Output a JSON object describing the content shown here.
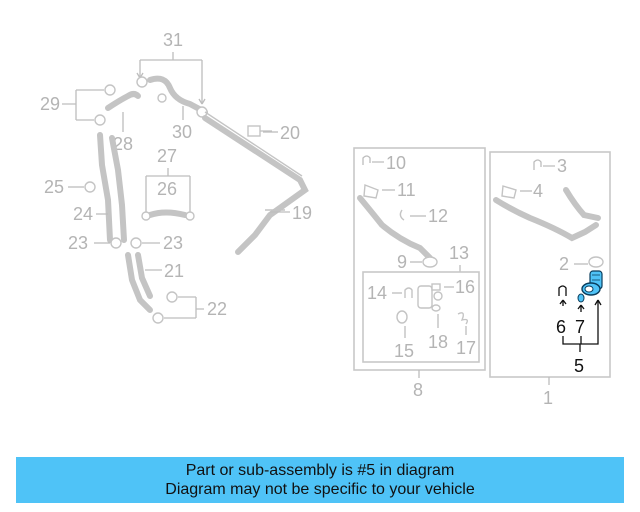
{
  "diagram": {
    "callouts": {
      "c1": "1",
      "c2": "2",
      "c3": "3",
      "c4": "4",
      "c5": "5",
      "c6": "6",
      "c7": "7",
      "c8": "8",
      "c9": "9",
      "c10": "10",
      "c11": "11",
      "c12": "12",
      "c13": "13",
      "c14": "14",
      "c15": "15",
      "c16": "16",
      "c17": "17",
      "c18": "18",
      "c19": "19",
      "c20": "20",
      "c21": "21",
      "c22": "22",
      "c23a": "23",
      "c23b": "23",
      "c24": "24",
      "c25": "25",
      "c26": "26",
      "c27": "27",
      "c28": "28",
      "c29": "29",
      "c30": "30",
      "c31": "31"
    },
    "highlight_color": "#4fc3f7",
    "muted_color": "#c4c4c4"
  },
  "banner": {
    "line1": "Part or sub-assembly is #5 in diagram",
    "line2": "Diagram may not be specific to your vehicle",
    "color": "#4fc3f7"
  }
}
